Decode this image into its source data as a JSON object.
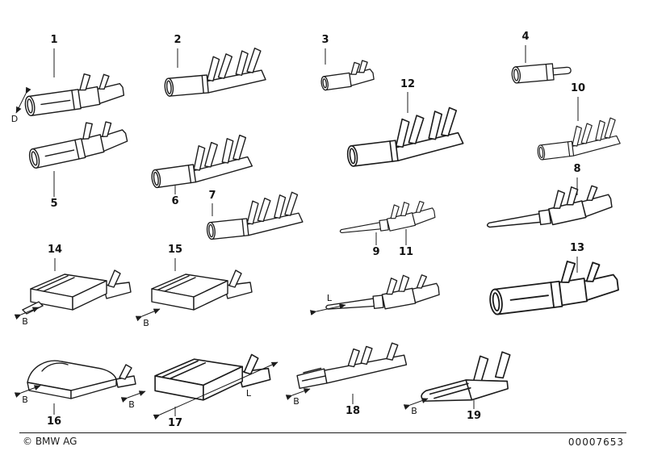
{
  "figure": {
    "copyright": "© BMW AG",
    "document_number": "00007653"
  },
  "dimensions": {
    "diameter": "D",
    "width": "B",
    "length": "L"
  },
  "callouts": [
    {
      "number": "1"
    },
    {
      "number": "2"
    },
    {
      "number": "3"
    },
    {
      "number": "4"
    },
    {
      "number": "5"
    },
    {
      "number": "6"
    },
    {
      "number": "7"
    },
    {
      "number": "8"
    },
    {
      "number": "9"
    },
    {
      "number": "10"
    },
    {
      "number": "11"
    },
    {
      "number": "12"
    },
    {
      "number": "13"
    },
    {
      "number": "14"
    },
    {
      "number": "15"
    },
    {
      "number": "16"
    },
    {
      "number": "17"
    },
    {
      "number": "18"
    },
    {
      "number": "19"
    }
  ],
  "colors": {
    "line": "#1c1c1c",
    "background": "#ffffff"
  }
}
